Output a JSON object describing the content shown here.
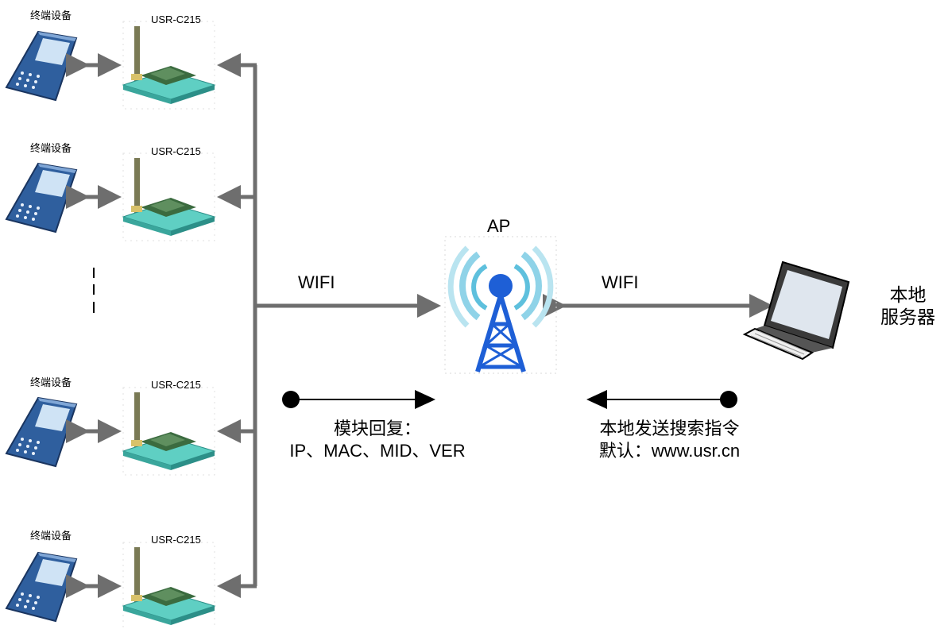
{
  "devices": [
    {
      "label": "终端设备",
      "module": "USR-C215"
    },
    {
      "label": "终端设备",
      "module": "USR-C215"
    },
    {
      "label": "终端设备",
      "module": "USR-C215"
    },
    {
      "label": "终端设备",
      "module": "USR-C215"
    }
  ],
  "wifi_left": "WIFI",
  "wifi_right": "WIFI",
  "ap_label": "AP",
  "server_label": {
    "line1": "本地",
    "line2": "服务器"
  },
  "reply_note": {
    "line1": "模块回复：",
    "line2": "IP、MAC、MID、VER"
  },
  "search_note": {
    "line1": "本地发送搜索指令",
    "line2": "默认：www.usr.cn"
  }
}
